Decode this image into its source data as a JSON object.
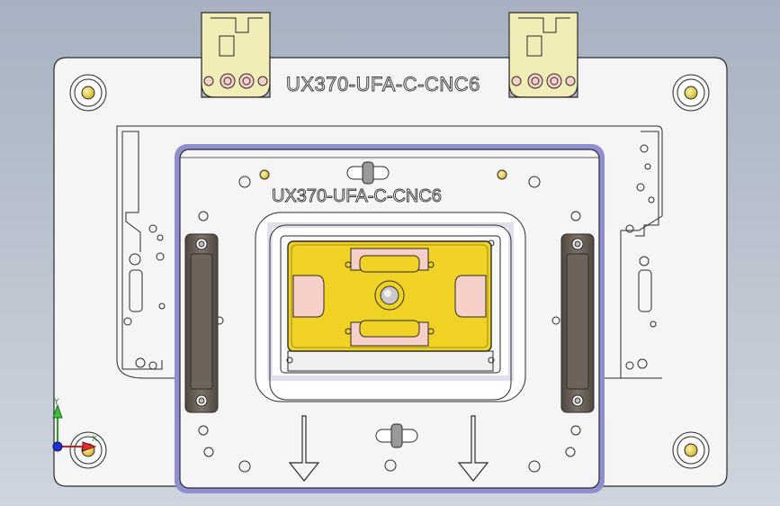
{
  "model": {
    "outer_label": "UX370-UFA-C-CNC6",
    "inner_label": "UX370-UFA-C-CNC6"
  },
  "triad": {
    "y_label": "Y",
    "x_label": "X"
  },
  "colors": {
    "background_top": "#a9b3c3",
    "background_bottom": "#c9d0da",
    "plate": "#f5f5f5",
    "outline": "#2b2b2b",
    "clamp_yellow": "#f0d224",
    "pocket_pink": "#f5cfc8",
    "dowel_gold": "#e6cf55",
    "block_brown": "#6e6358",
    "inner_edge_blue": "#8f8fd0",
    "tab_yellow": "#f2ecb6"
  },
  "icons": {
    "triad": "coordinate-triad-icon",
    "arrow": "down-arrow-icon"
  }
}
